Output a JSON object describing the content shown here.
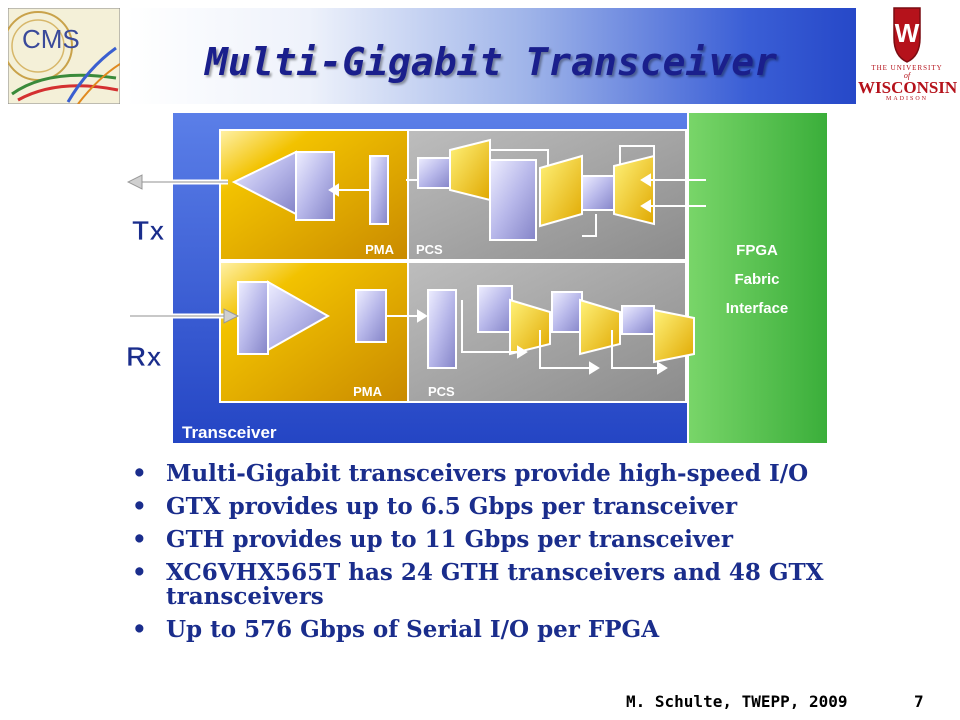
{
  "slide": {
    "title": "Multi-Gigabit Transceiver",
    "footer_author": "M. Schulte, TWEPP, 2009",
    "page_number": "7"
  },
  "logos": {
    "left": {
      "text": "CMS"
    },
    "right": {
      "line1": "THE UNIVERSITY",
      "line2": "of",
      "line3": "WISCONSIN",
      "line4": "MADISON"
    }
  },
  "diagram": {
    "tx_label": "Tx",
    "rx_label": "Rx",
    "pma_tx": "PMA",
    "pcs_tx": "PCS",
    "pma_rx": "PMA",
    "pcs_rx": "PCS",
    "transceiver_label": "Transceiver",
    "fpga_line1": "FPGA",
    "fpga_line2": "Fabric",
    "fpga_line3": "Interface"
  },
  "bullets": [
    "Multi-Gigabit transceivers provide high-speed I/O",
    "GTX provides up to 6.5 Gbps per transceiver",
    "GTH provides up to 11 Gbps per transceiver",
    "XC6VHX565T has 24 GTH transceivers and 48 GTX transceivers",
    "Up to 576 Gbps of Serial I/O per FPGA"
  ],
  "colors": {
    "title": "#1a1f8c",
    "bullet_text": "#1a2d8c",
    "transceiver_bg": "#3358d4",
    "fpga_green": "#4cc24a",
    "pma_gold": "#e8b800",
    "pcs_gray": "#9a9a9a",
    "uw_red": "#b5121b"
  }
}
